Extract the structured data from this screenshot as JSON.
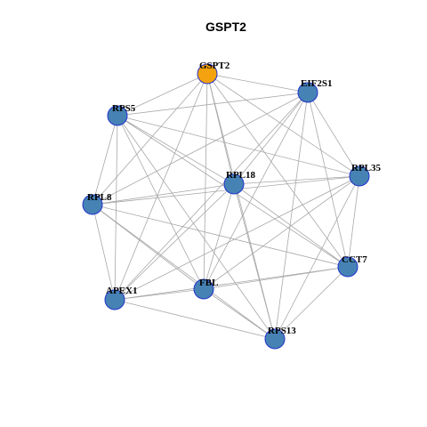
{
  "title": "GSPT2",
  "colors": {
    "focus_node": "#f5a20f",
    "node": "#4682b4",
    "node_border": "#2233cc",
    "edge": "#a8a8a8"
  },
  "nodes": [
    {
      "id": "GSPT2",
      "label": "GSPT2",
      "focus": true
    },
    {
      "id": "EIF2S1",
      "label": "EIF2S1",
      "focus": false
    },
    {
      "id": "RPS5",
      "label": "RPS5",
      "focus": false
    },
    {
      "id": "RPL18",
      "label": "RPL18",
      "focus": false
    },
    {
      "id": "RPL35",
      "label": "RPL35",
      "focus": false
    },
    {
      "id": "RPL8",
      "label": "RPL8",
      "focus": false
    },
    {
      "id": "CCT7",
      "label": "CCT7",
      "focus": false
    },
    {
      "id": "APEX1",
      "label": "APEX1",
      "focus": false
    },
    {
      "id": "FBL",
      "label": "FBL",
      "focus": false
    },
    {
      "id": "RPS13",
      "label": "RPS13",
      "focus": false
    }
  ],
  "edges": [
    [
      "GSPT2",
      "EIF2S1"
    ],
    [
      "GSPT2",
      "RPS5"
    ],
    [
      "GSPT2",
      "RPL18"
    ],
    [
      "GSPT2",
      "RPL35"
    ],
    [
      "GSPT2",
      "RPL8"
    ],
    [
      "GSPT2",
      "CCT7"
    ],
    [
      "GSPT2",
      "APEX1"
    ],
    [
      "GSPT2",
      "FBL"
    ],
    [
      "GSPT2",
      "RPS13"
    ],
    [
      "EIF2S1",
      "RPS5"
    ],
    [
      "EIF2S1",
      "RPL18"
    ],
    [
      "EIF2S1",
      "RPL35"
    ],
    [
      "EIF2S1",
      "RPL8"
    ],
    [
      "EIF2S1",
      "CCT7"
    ],
    [
      "EIF2S1",
      "APEX1"
    ],
    [
      "EIF2S1",
      "FBL"
    ],
    [
      "EIF2S1",
      "RPS13"
    ],
    [
      "RPS5",
      "RPL18"
    ],
    [
      "RPS5",
      "RPL35"
    ],
    [
      "RPS5",
      "RPL8"
    ],
    [
      "RPS5",
      "CCT7"
    ],
    [
      "RPS5",
      "APEX1"
    ],
    [
      "RPS5",
      "FBL"
    ],
    [
      "RPS5",
      "RPS13"
    ],
    [
      "RPL18",
      "RPL35"
    ],
    [
      "RPL18",
      "RPL8"
    ],
    [
      "RPL18",
      "CCT7"
    ],
    [
      "RPL18",
      "APEX1"
    ],
    [
      "RPL18",
      "FBL"
    ],
    [
      "RPL18",
      "RPS13"
    ],
    [
      "RPL35",
      "RPL8"
    ],
    [
      "RPL35",
      "CCT7"
    ],
    [
      "RPL35",
      "APEX1"
    ],
    [
      "RPL35",
      "FBL"
    ],
    [
      "RPL35",
      "RPS13"
    ],
    [
      "RPL8",
      "CCT7"
    ],
    [
      "RPL8",
      "APEX1"
    ],
    [
      "RPL8",
      "FBL"
    ],
    [
      "RPL8",
      "RPS13"
    ],
    [
      "CCT7",
      "APEX1"
    ],
    [
      "CCT7",
      "FBL"
    ],
    [
      "CCT7",
      "RPS13"
    ],
    [
      "APEX1",
      "FBL"
    ],
    [
      "APEX1",
      "RPS13"
    ],
    [
      "FBL",
      "RPS13"
    ]
  ]
}
